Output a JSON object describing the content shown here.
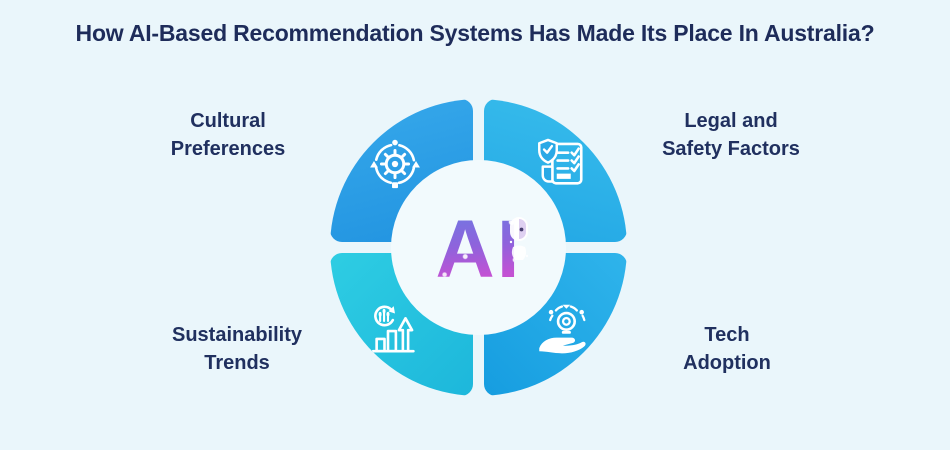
{
  "title": "How AI-Based Recommendation Systems Has Made Its Place In Australia?",
  "center": {
    "label": "AI",
    "icon": "robot-head-icon"
  },
  "segments": [
    {
      "id": "cultural-preferences",
      "position": "top-left",
      "label_lines": [
        "Cultural",
        "Preferences"
      ],
      "icon": "gear-orbit-icon",
      "color_start": "#37a9eb",
      "color_end": "#2193e0"
    },
    {
      "id": "legal-and-safety-factors",
      "position": "top-right",
      "label_lines": [
        "Legal and",
        "Safety Factors"
      ],
      "icon": "shield-checklist-icon",
      "color_start": "#38bdec",
      "color_end": "#23a7e5"
    },
    {
      "id": "sustainability-trends",
      "position": "bottom-left",
      "label_lines": [
        "Sustainability",
        "Trends"
      ],
      "icon": "growth-bars-arrow-icon",
      "color_start": "#2ecde3",
      "color_end": "#1db7db"
    },
    {
      "id": "tech-adoption",
      "position": "bottom-right",
      "label_lines": [
        "Tech",
        "Adoption"
      ],
      "icon": "hand-holding-bulb-icon",
      "color_start": "#2fb4eb",
      "color_end": "#169de0"
    }
  ],
  "colors": {
    "background": "#eaf6fb",
    "title_text": "#1e2c5a",
    "label_text": "#20305f",
    "icon_stroke": "#ffffff",
    "ring_hole": "#f2fafd",
    "ai_gradient": [
      "#6e79e2",
      "#8f63dc",
      "#c152d4",
      "#d14ecb"
    ]
  }
}
